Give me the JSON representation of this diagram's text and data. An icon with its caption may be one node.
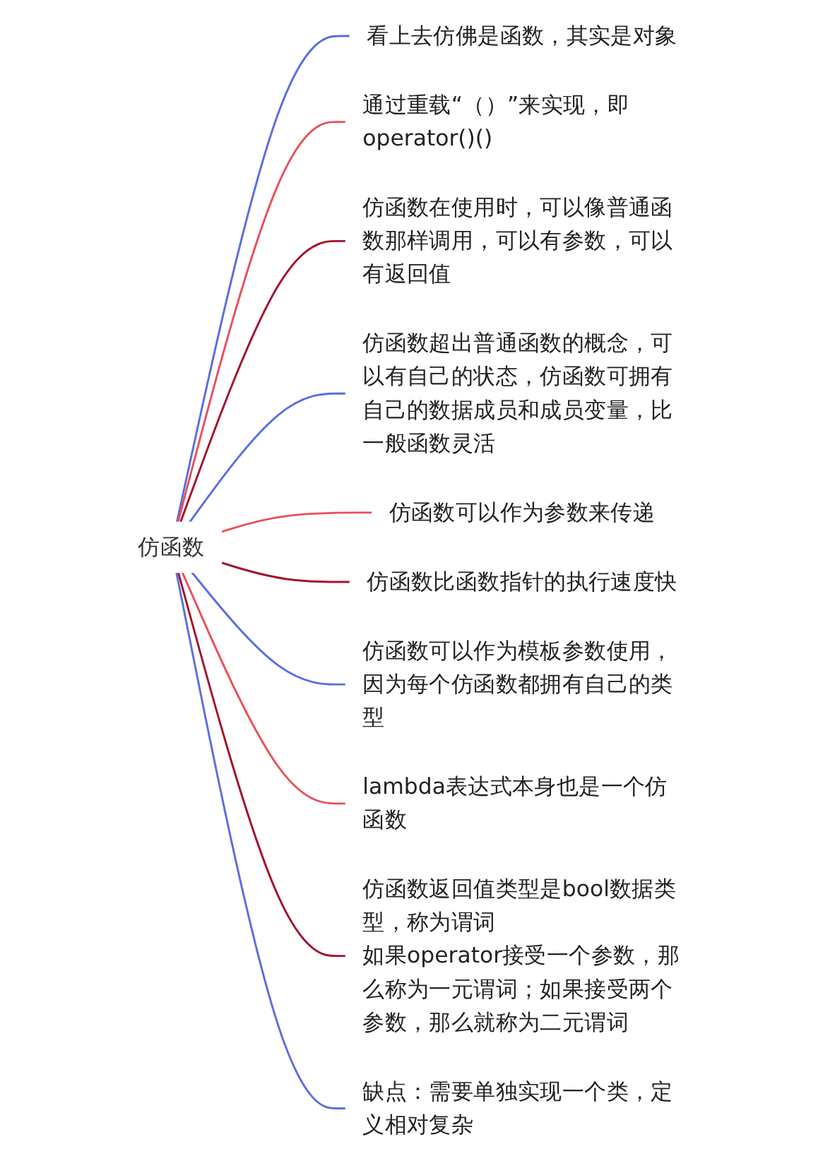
{
  "diagram": {
    "nodes": [
      {
        "text": [
          "仿函数"
        ]
      },
      {
        "text": [
          "看上去仿佛是函数，其实是对象"
        ]
      },
      {
        "text": [
          "通过重载“（）”来实现，即 operator()()"
        ]
      },
      {
        "text": [
          "仿函数在使用时，可以像普通函数那样调用，可以有参数，可以有返回值"
        ]
      },
      {
        "text": [
          "仿函数超出普通函数的概念，可以有自己的状态，仿函数可拥有自己的数据成员和成员变量，比一般函数灵活"
        ]
      },
      {
        "text": [
          "仿函数可以作为参数来传递"
        ]
      },
      {
        "text": [
          "仿函数比函数指针的执行速度快"
        ]
      },
      {
        "text": [
          "仿函数可以作为模板参数使用，因为每个仿函数都拥有自己的类型"
        ]
      },
      {
        "text": [
          "lambda表达式本身也是一个仿函数"
        ]
      },
      {
        "text": [
          "仿函数返回值类型是bool数据类型，称为谓词",
          "如果operator接受一个参数，那么称为一元谓词；如果接受两个参数，那么就称为二元谓词"
        ]
      },
      {
        "text": [
          "缺点：需要单独实现一个类，定义相对复杂"
        ]
      }
    ],
    "edges": [
      {
        "from": 0,
        "to": 1,
        "arrow": "none"
      },
      {
        "from": 0,
        "to": 2,
        "arrow": "none",
        "color": "#e8505b"
      },
      {
        "from": 0,
        "to": 3,
        "arrow": "none",
        "color": "#a3122e"
      },
      {
        "from": 0,
        "to": 4,
        "arrow": "none"
      },
      {
        "from": 0,
        "to": 5,
        "arrow": "none",
        "color": "#e8505b"
      },
      {
        "from": 0,
        "to": 6,
        "arrow": "none",
        "color": "#a3122e"
      },
      {
        "from": 0,
        "to": 7,
        "arrow": "none"
      },
      {
        "from": 0,
        "to": 8,
        "arrow": "none",
        "color": "#e8505b"
      },
      {
        "from": 0,
        "to": 9,
        "arrow": "none",
        "color": "#a3122e"
      },
      {
        "from": 0,
        "to": 10,
        "arrow": "none"
      }
    ]
  }
}
